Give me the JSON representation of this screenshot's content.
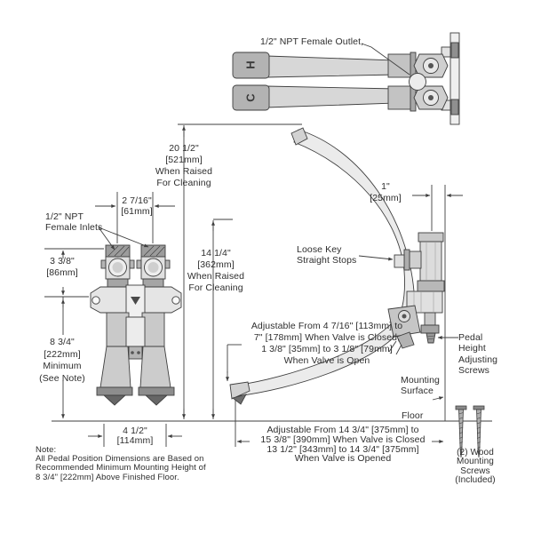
{
  "colors": {
    "background": "#ffffff",
    "line": "#3f3f3f",
    "text": "#2e2e2e",
    "fill_light": "#e9e9e9",
    "fill_mid": "#c9c9c9",
    "fill_dark": "#8f8f8f"
  },
  "labels": {
    "outlet": "1/2\" NPT Female Outlet,",
    "pedal_h": "H",
    "pedal_c": "C",
    "dim_raised_total": [
      "20 1/2\"",
      "[521mm]",
      "When Raised",
      "For Cleaning"
    ],
    "dim_inlet_spacing": [
      "2 7/16\"",
      "[61mm]"
    ],
    "inlets": [
      "1/2\" NPT",
      "Female Inlets"
    ],
    "dim_inlet_height": [
      "3 3/8\"",
      "[86mm]"
    ],
    "dim_pedal_raised": [
      "14 1/4\"",
      "[362mm]",
      "When Raised",
      "For Cleaning"
    ],
    "dim_mount_min": [
      "8 3/4\"",
      "[222mm]",
      "Minimum",
      "(See Note)"
    ],
    "dim_offset": [
      "1\"",
      "[25mm]"
    ],
    "loose_key": [
      "Loose Key",
      "Straight Stops"
    ],
    "adjustable_height": [
      "Adjustable From 4 7/16\" [113mm] to",
      "7\" [178mm] When Valve is Closed,",
      "1 3/8\" [35mm] to 3 1/8\" [79mm]",
      "When Valve is Open"
    ],
    "pedal_height_screws": [
      "Pedal",
      "Height",
      "Adjusting",
      "Screws"
    ],
    "mounting_surface": [
      "Mounting",
      "Surface"
    ],
    "floor": "Floor",
    "dim_pedal_width": [
      "4 1/2\"",
      "[114mm]"
    ],
    "adjustable_reach": [
      "Adjustable From 14 3/4\" [375mm] to",
      "15 3/8\" [390mm] When Valve is Closed",
      "13 1/2\" [343mm] to 14 3/4\" [375mm]",
      "When Valve is Opened"
    ],
    "wood_screws": [
      "(2) Wood",
      "Mounting",
      "Screws",
      "(Included)"
    ],
    "note": [
      "Note:",
      "All Pedal Position Dimensions are Based on",
      "Recommended Minimum Mounting Height of",
      "8 3/4\" [222mm] Above Finished Floor."
    ]
  }
}
